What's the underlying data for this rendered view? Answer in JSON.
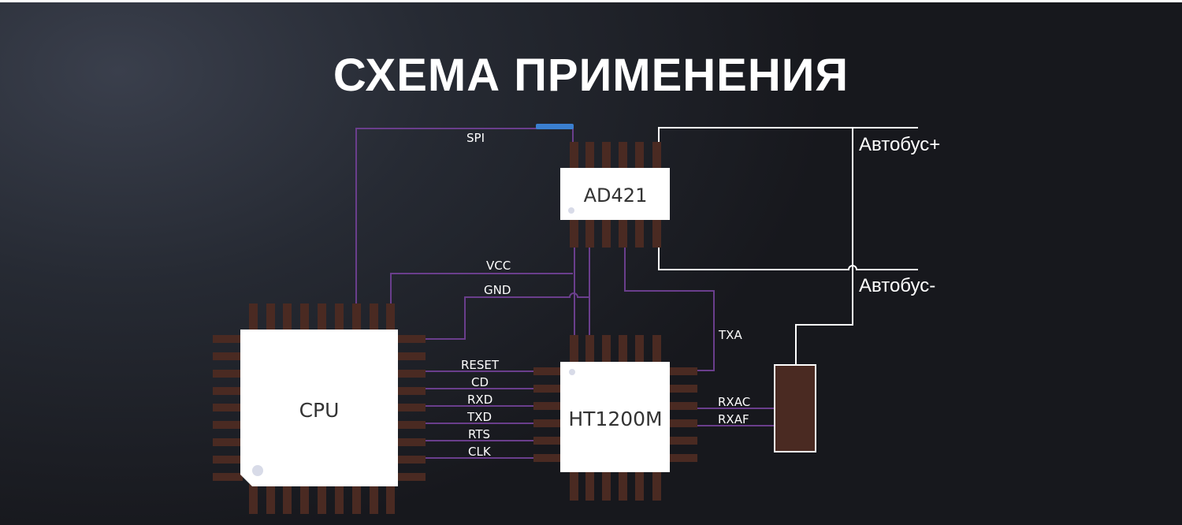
{
  "title": "СХЕМА ПРИМЕНЕНИЯ",
  "chips": {
    "cpu": "CPU",
    "ad421": "AD421",
    "ht1200m": "HT1200M"
  },
  "signals": {
    "spi": "SPI",
    "vcc": "VCC",
    "gnd": "GND",
    "reset": "RESET",
    "cd": "CD",
    "rxd": "RXD",
    "txd": "TXD",
    "rts": "RTS",
    "clk": "CLK",
    "txa": "TXA",
    "rxac": "RXAC",
    "rxaf": "RXAF"
  },
  "bus": {
    "plus": "Автобус+",
    "minus": "Автобус-"
  },
  "colors": {
    "background": "#1e2027",
    "wire": "#6a3e8c",
    "pin": "#4a2a22",
    "chip": "#ffffff",
    "bus_line": "#ffffff",
    "spi_highlight": "#3a7fd0",
    "resistor": "#4a2a22"
  }
}
